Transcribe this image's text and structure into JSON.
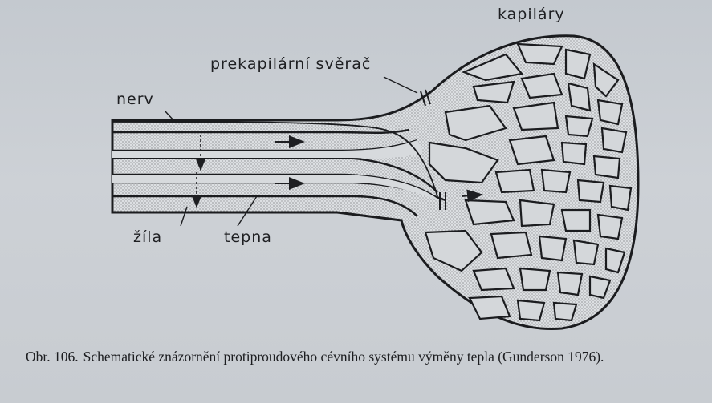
{
  "labels": {
    "capillaries": "kapiláry",
    "sphincter": "prekapilární svěrač",
    "nerve": "nerv",
    "vein": "žíla",
    "artery": "tepna"
  },
  "caption": {
    "number": "Obr. 106.",
    "text": "Schematické znázornění protiproudového cévního systému výměny tepla (Gunderson 1976)."
  }
}
